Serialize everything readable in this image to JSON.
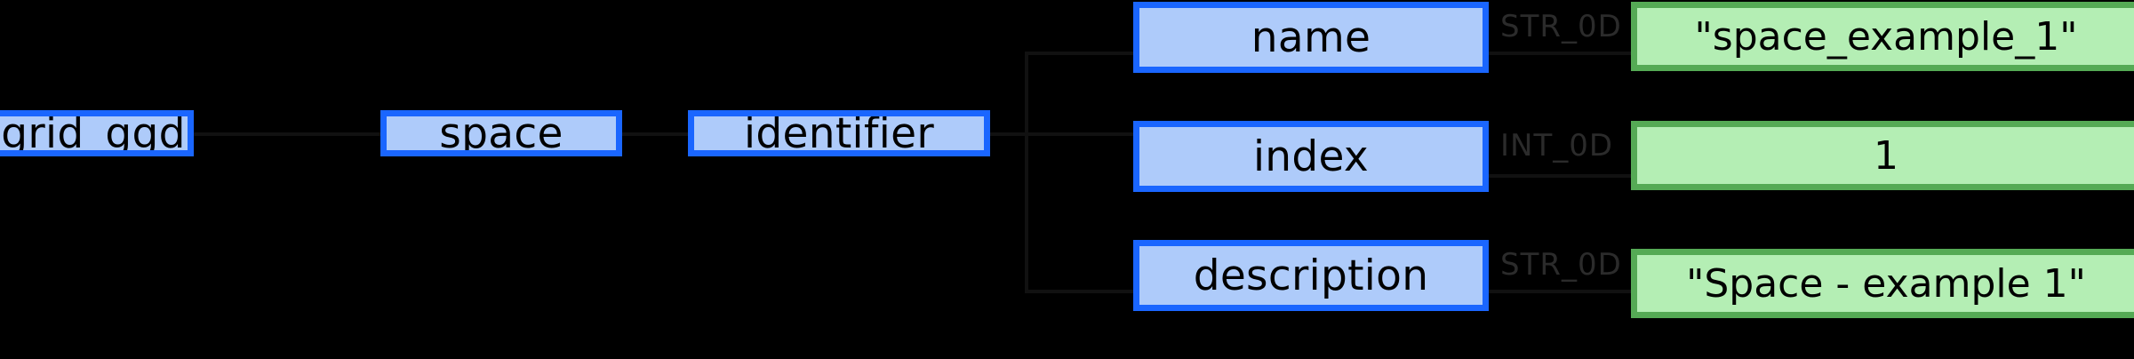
{
  "diagram": {
    "kind": "ids-structure-tree",
    "background_color": "#000000",
    "structure_node_fill": "#aecbfa",
    "structure_node_border": "#1a66ff",
    "value_node_fill": "#b4eeb4",
    "value_node_border": "#55aa55",
    "type_label_color": "#2b2b2b",
    "path": "grid_ggd / space / identifier"
  },
  "nodes": {
    "grid_ggd": {
      "label": "grid_ggd"
    },
    "space": {
      "label": "space"
    },
    "identifier": {
      "label": "identifier"
    },
    "name": {
      "label": "name"
    },
    "index": {
      "label": "index"
    },
    "description": {
      "label": "description"
    }
  },
  "types": {
    "name": "STR_0D",
    "index": "INT_0D",
    "description": "STR_0D"
  },
  "values": {
    "name": "\"space_example_1\"",
    "index": "1",
    "description": "\"Space - example 1\""
  }
}
